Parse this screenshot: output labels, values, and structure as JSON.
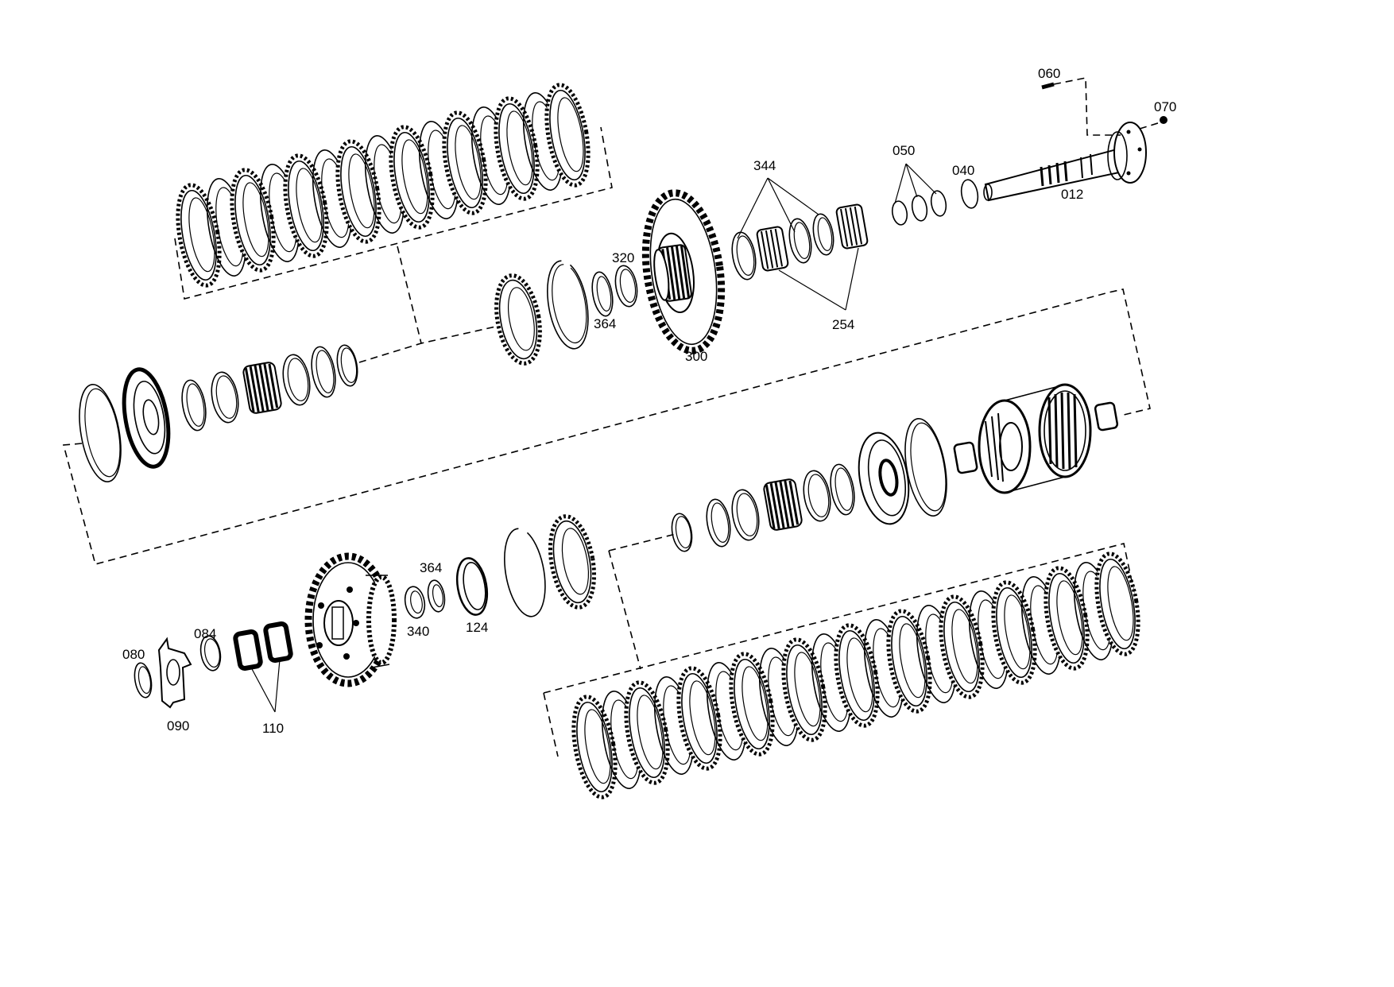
{
  "diagram": {
    "labels": {
      "p060": "060",
      "p070": "070",
      "p012": "012",
      "p040": "040",
      "p050": "050",
      "p344": "344",
      "p254": "254",
      "p320": "320",
      "p364_upper": "364",
      "p300": "300",
      "p364_lower": "364",
      "p340": "340",
      "p124": "124",
      "p080": "080",
      "p084": "084",
      "p090": "090",
      "p110": "110"
    }
  }
}
